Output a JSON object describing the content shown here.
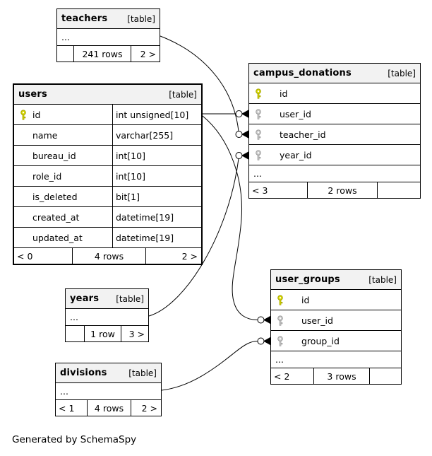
{
  "diagram": {
    "generated_by": "Generated by SchemaSpy",
    "ellipsis_label": "..."
  },
  "tables": [
    {
      "id": "teachers",
      "name": "teachers",
      "badge": "[table]",
      "columns": [],
      "ellipsis": true,
      "footer": {
        "left": "",
        "center": "241 rows",
        "right": "2 >"
      }
    },
    {
      "id": "users",
      "name": "users",
      "badge": "[table]",
      "columns": [
        {
          "name": "id",
          "type": "int unsigned[10]",
          "key": "primary"
        },
        {
          "name": "name",
          "type": "varchar[255]",
          "key": null
        },
        {
          "name": "bureau_id",
          "type": "int[10]",
          "key": null
        },
        {
          "name": "role_id",
          "type": "int[10]",
          "key": null
        },
        {
          "name": "is_deleted",
          "type": "bit[1]",
          "key": null
        },
        {
          "name": "created_at",
          "type": "datetime[19]",
          "key": null
        },
        {
          "name": "updated_at",
          "type": "datetime[19]",
          "key": null
        }
      ],
      "ellipsis": false,
      "footer": {
        "left": "< 0",
        "center": "4 rows",
        "right": "2 >"
      }
    },
    {
      "id": "campus_donations",
      "name": "campus_donations",
      "badge": "[table]",
      "columns": [
        {
          "name": "id",
          "type": null,
          "key": "primary"
        },
        {
          "name": "user_id",
          "type": null,
          "key": "foreign"
        },
        {
          "name": "teacher_id",
          "type": null,
          "key": "foreign"
        },
        {
          "name": "year_id",
          "type": null,
          "key": "foreign"
        }
      ],
      "ellipsis": true,
      "footer": {
        "left": "< 3",
        "center": "2 rows",
        "right": ""
      }
    },
    {
      "id": "user_groups",
      "name": "user_groups",
      "badge": "[table]",
      "columns": [
        {
          "name": "id",
          "type": null,
          "key": "primary"
        },
        {
          "name": "user_id",
          "type": null,
          "key": "foreign"
        },
        {
          "name": "group_id",
          "type": null,
          "key": "foreign"
        }
      ],
      "ellipsis": true,
      "footer": {
        "left": "< 2",
        "center": "3 rows",
        "right": ""
      }
    },
    {
      "id": "years",
      "name": "years",
      "badge": "[table]",
      "columns": [],
      "ellipsis": true,
      "footer": {
        "left": "",
        "center": "1 row",
        "right": "3 >"
      }
    },
    {
      "id": "divisions",
      "name": "divisions",
      "badge": "[table]",
      "columns": [],
      "ellipsis": true,
      "footer": {
        "left": "< 1",
        "center": "4 rows",
        "right": "2 >"
      }
    }
  ],
  "relationships": [
    {
      "parent": "users.id",
      "child": "campus_donations.user_id"
    },
    {
      "parent": "teachers",
      "child": "campus_donations.teacher_id"
    },
    {
      "parent": "years",
      "child": "campus_donations.year_id"
    },
    {
      "parent": "users.id",
      "child": "user_groups.user_id"
    },
    {
      "parent": "divisions",
      "child": "user_groups.group_id"
    }
  ],
  "colors": {
    "primary_key": "#d9d900",
    "primary_key_outline": "#a3a300",
    "foreign_key": "#cccccc",
    "foreign_key_outline": "#999999",
    "header_bg": "#f2f2f2",
    "table_border": "#000000",
    "edge": "#000000"
  }
}
